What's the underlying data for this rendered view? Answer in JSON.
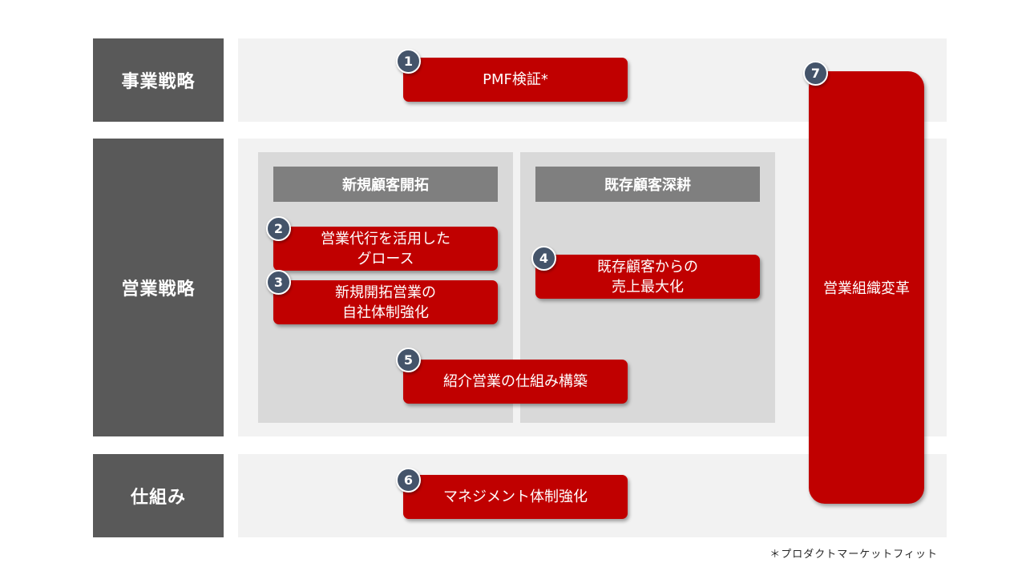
{
  "rows": [
    {
      "label": "事業戦略"
    },
    {
      "label": "営業戦略"
    },
    {
      "label": "仕組み"
    }
  ],
  "panels": [
    {
      "header": "新規顧客開拓"
    },
    {
      "header": "既存顧客深耕"
    }
  ],
  "items": [
    {
      "number": "1",
      "text": "PMF検証*"
    },
    {
      "number": "2",
      "text": "営業代行を活用した\nグロース"
    },
    {
      "number": "3",
      "text": "新規開拓営業の\n自社体制強化"
    },
    {
      "number": "4",
      "text": "既存顧客からの\n売上最大化"
    },
    {
      "number": "5",
      "text": "紹介営業の仕組み構築"
    },
    {
      "number": "6",
      "text": "マネジメント体制強化"
    },
    {
      "number": "7",
      "text": "営業組織変革"
    }
  ],
  "footnote": "＊プロダクトマーケットフィット",
  "colors": {
    "label_bg": "#595959",
    "band_bg": "#f2f2f2",
    "panel_bg": "#d9d9d9",
    "panel_header_bg": "#7f7f7f",
    "item_bg": "#c00000",
    "badge_bg": "#44546a"
  }
}
